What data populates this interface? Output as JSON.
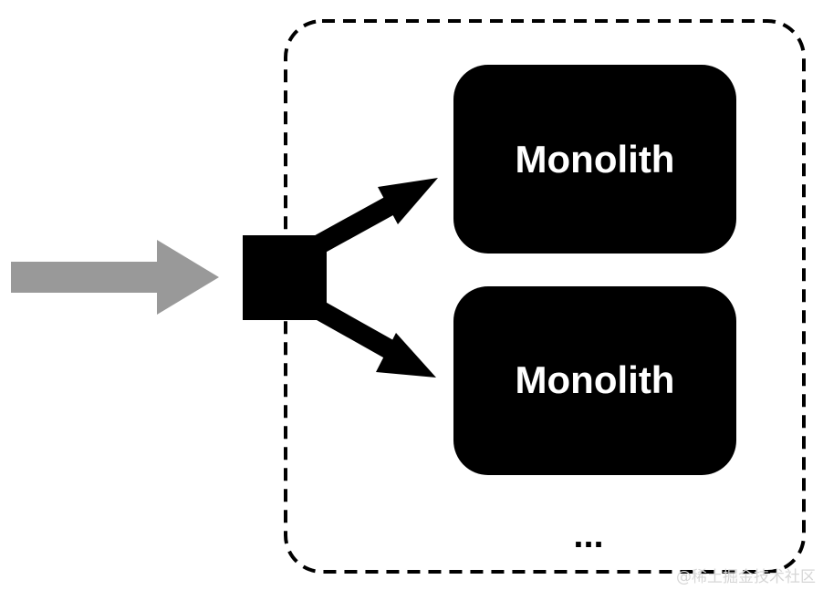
{
  "diagram": {
    "nodes": [
      {
        "label": "Monolith"
      },
      {
        "label": "Monolith"
      }
    ],
    "continuation": "...",
    "incoming_arrow_color": "#999999",
    "box_color": "#000000",
    "node_text_color": "#ffffff",
    "container_border": "dashed"
  },
  "watermark": {
    "text": "@稀土掘金技术社区"
  }
}
